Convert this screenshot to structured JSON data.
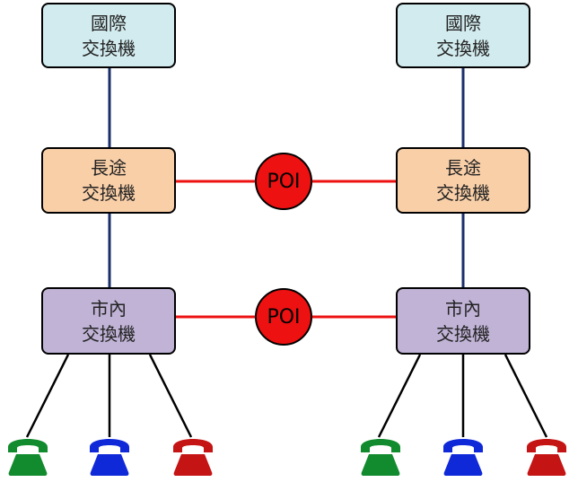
{
  "colors": {
    "international": "#d2ebee",
    "long_distance": "#f9cfa8",
    "local": "#c0b3d6",
    "poi": "#ee1111",
    "vertical_link": "#1a2f6a",
    "horizontal_link": "#ee1111",
    "phone_green": "#128a2e",
    "phone_blue": "#1029d8",
    "phone_red": "#c41414"
  },
  "left": {
    "international": {
      "line1": "國際",
      "line2": "交換機"
    },
    "long_distance": {
      "line1": "長途",
      "line2": "交換機"
    },
    "local": {
      "line1": "市內",
      "line2": "交換機"
    }
  },
  "right": {
    "international": {
      "line1": "國際",
      "line2": "交換機"
    },
    "long_distance": {
      "line1": "長途",
      "line2": "交換機"
    },
    "local": {
      "line1": "市內",
      "line2": "交換機"
    }
  },
  "poi_top": {
    "label": "POI"
  },
  "poi_bottom": {
    "label": "POI"
  },
  "phones": [
    {
      "icon": "telephone-icon",
      "color": "green"
    },
    {
      "icon": "telephone-icon",
      "color": "blue"
    },
    {
      "icon": "telephone-icon",
      "color": "red"
    },
    {
      "icon": "telephone-icon",
      "color": "green"
    },
    {
      "icon": "telephone-icon",
      "color": "blue"
    },
    {
      "icon": "telephone-icon",
      "color": "red"
    }
  ]
}
